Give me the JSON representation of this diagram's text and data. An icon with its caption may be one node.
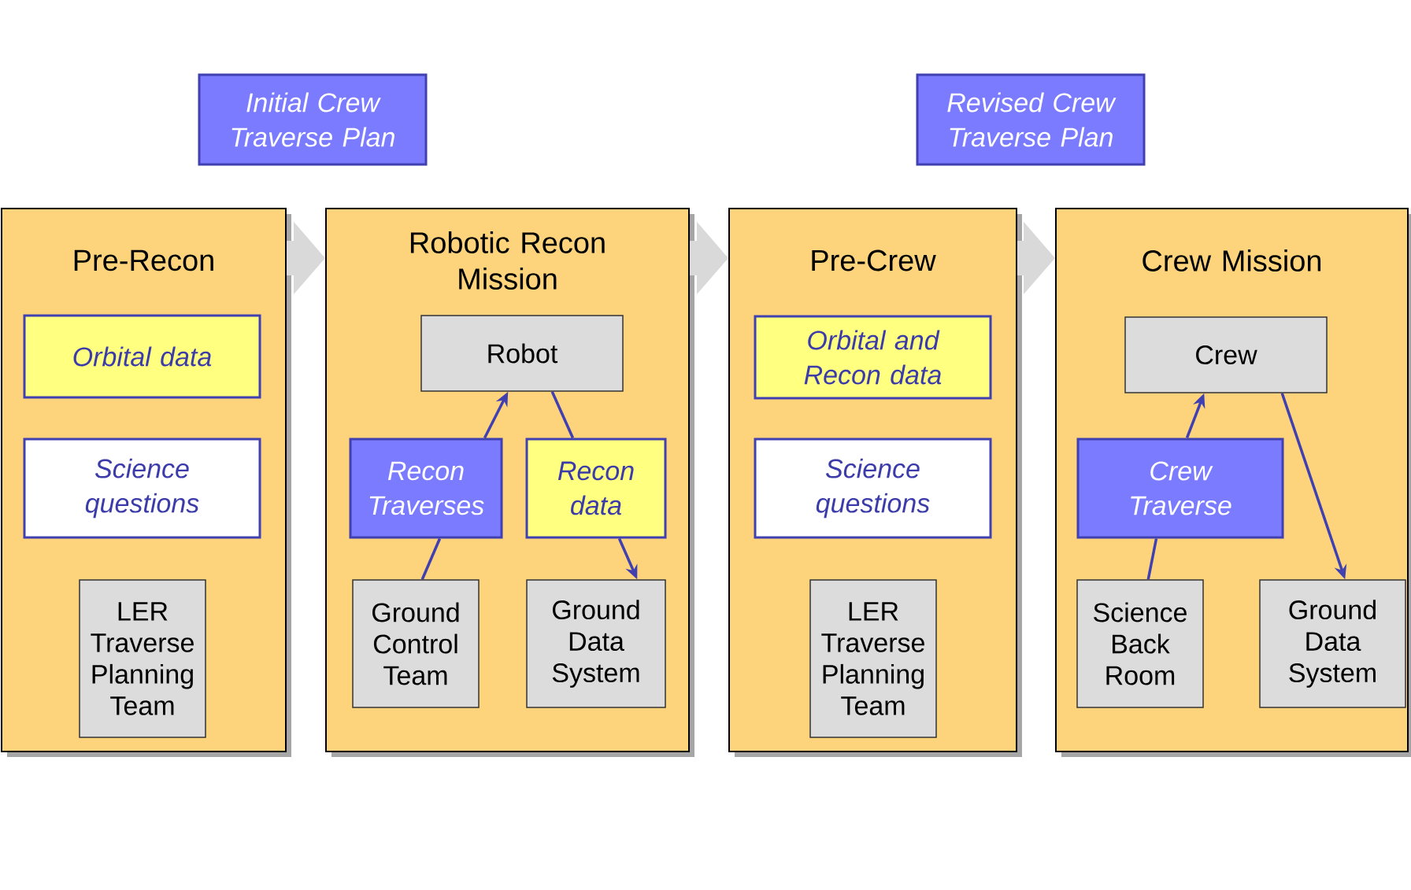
{
  "diagram": {
    "nodes": [
      {
        "text": [
          "Initial Crew Traverse Plan"
        ]
      },
      {
        "text": [
          "Revised Crew Traverse Plan"
        ]
      },
      {
        "text": [
          "Pre-Recon"
        ]
      },
      {
        "text": [
          "Orbital data"
        ],
        "in": 2
      },
      {
        "text": [
          "Science questions"
        ],
        "in": 2
      },
      {
        "text": [
          "LER Traverse Planning Team"
        ],
        "in": 2
      },
      {
        "text": [
          "Robotic Recon Mission"
        ]
      },
      {
        "text": [
          "Robot"
        ],
        "in": 6
      },
      {
        "text": [
          "Recon Traverses"
        ],
        "in": 6
      },
      {
        "text": [
          "Recon data"
        ],
        "in": 6
      },
      {
        "text": [
          "Ground Control Team"
        ],
        "in": 6
      },
      {
        "text": [
          "Ground Data System"
        ],
        "in": 6
      },
      {
        "text": [
          "Pre-Crew"
        ]
      },
      {
        "text": [
          "Orbital and Recon data"
        ],
        "in": 12
      },
      {
        "text": [
          "Science questions"
        ],
        "in": 12
      },
      {
        "text": [
          "LER Traverse Planning Team"
        ],
        "in": 12
      },
      {
        "text": [
          "Crew Mission"
        ]
      },
      {
        "text": [
          "Crew"
        ],
        "in": 16
      },
      {
        "text": [
          "Crew Traverse"
        ],
        "in": 16
      },
      {
        "text": [
          "Science Back Room"
        ],
        "in": 16
      },
      {
        "text": [
          "Ground Data System"
        ],
        "in": 16
      }
    ],
    "edges": [
      {
        "from": 2,
        "to": 6,
        "arrow": "to",
        "style": "thick",
        "color": "#d9d9d9"
      },
      {
        "from": 6,
        "to": 12,
        "arrow": "to",
        "style": "thick",
        "color": "#d9d9d9"
      },
      {
        "from": 12,
        "to": 16,
        "arrow": "to",
        "style": "thick",
        "color": "#d9d9d9"
      },
      {
        "from": 8,
        "to": 7,
        "arrow": "to"
      },
      {
        "from": 10,
        "to": 8,
        "arrow": "none"
      },
      {
        "from": 7,
        "to": 9,
        "arrow": "none"
      },
      {
        "from": 9,
        "to": 11,
        "arrow": "to"
      },
      {
        "from": 18,
        "to": 17,
        "arrow": "to"
      },
      {
        "from": 19,
        "to": 18,
        "arrow": "none"
      },
      {
        "from": 17,
        "to": 20,
        "arrow": "to"
      }
    ]
  }
}
